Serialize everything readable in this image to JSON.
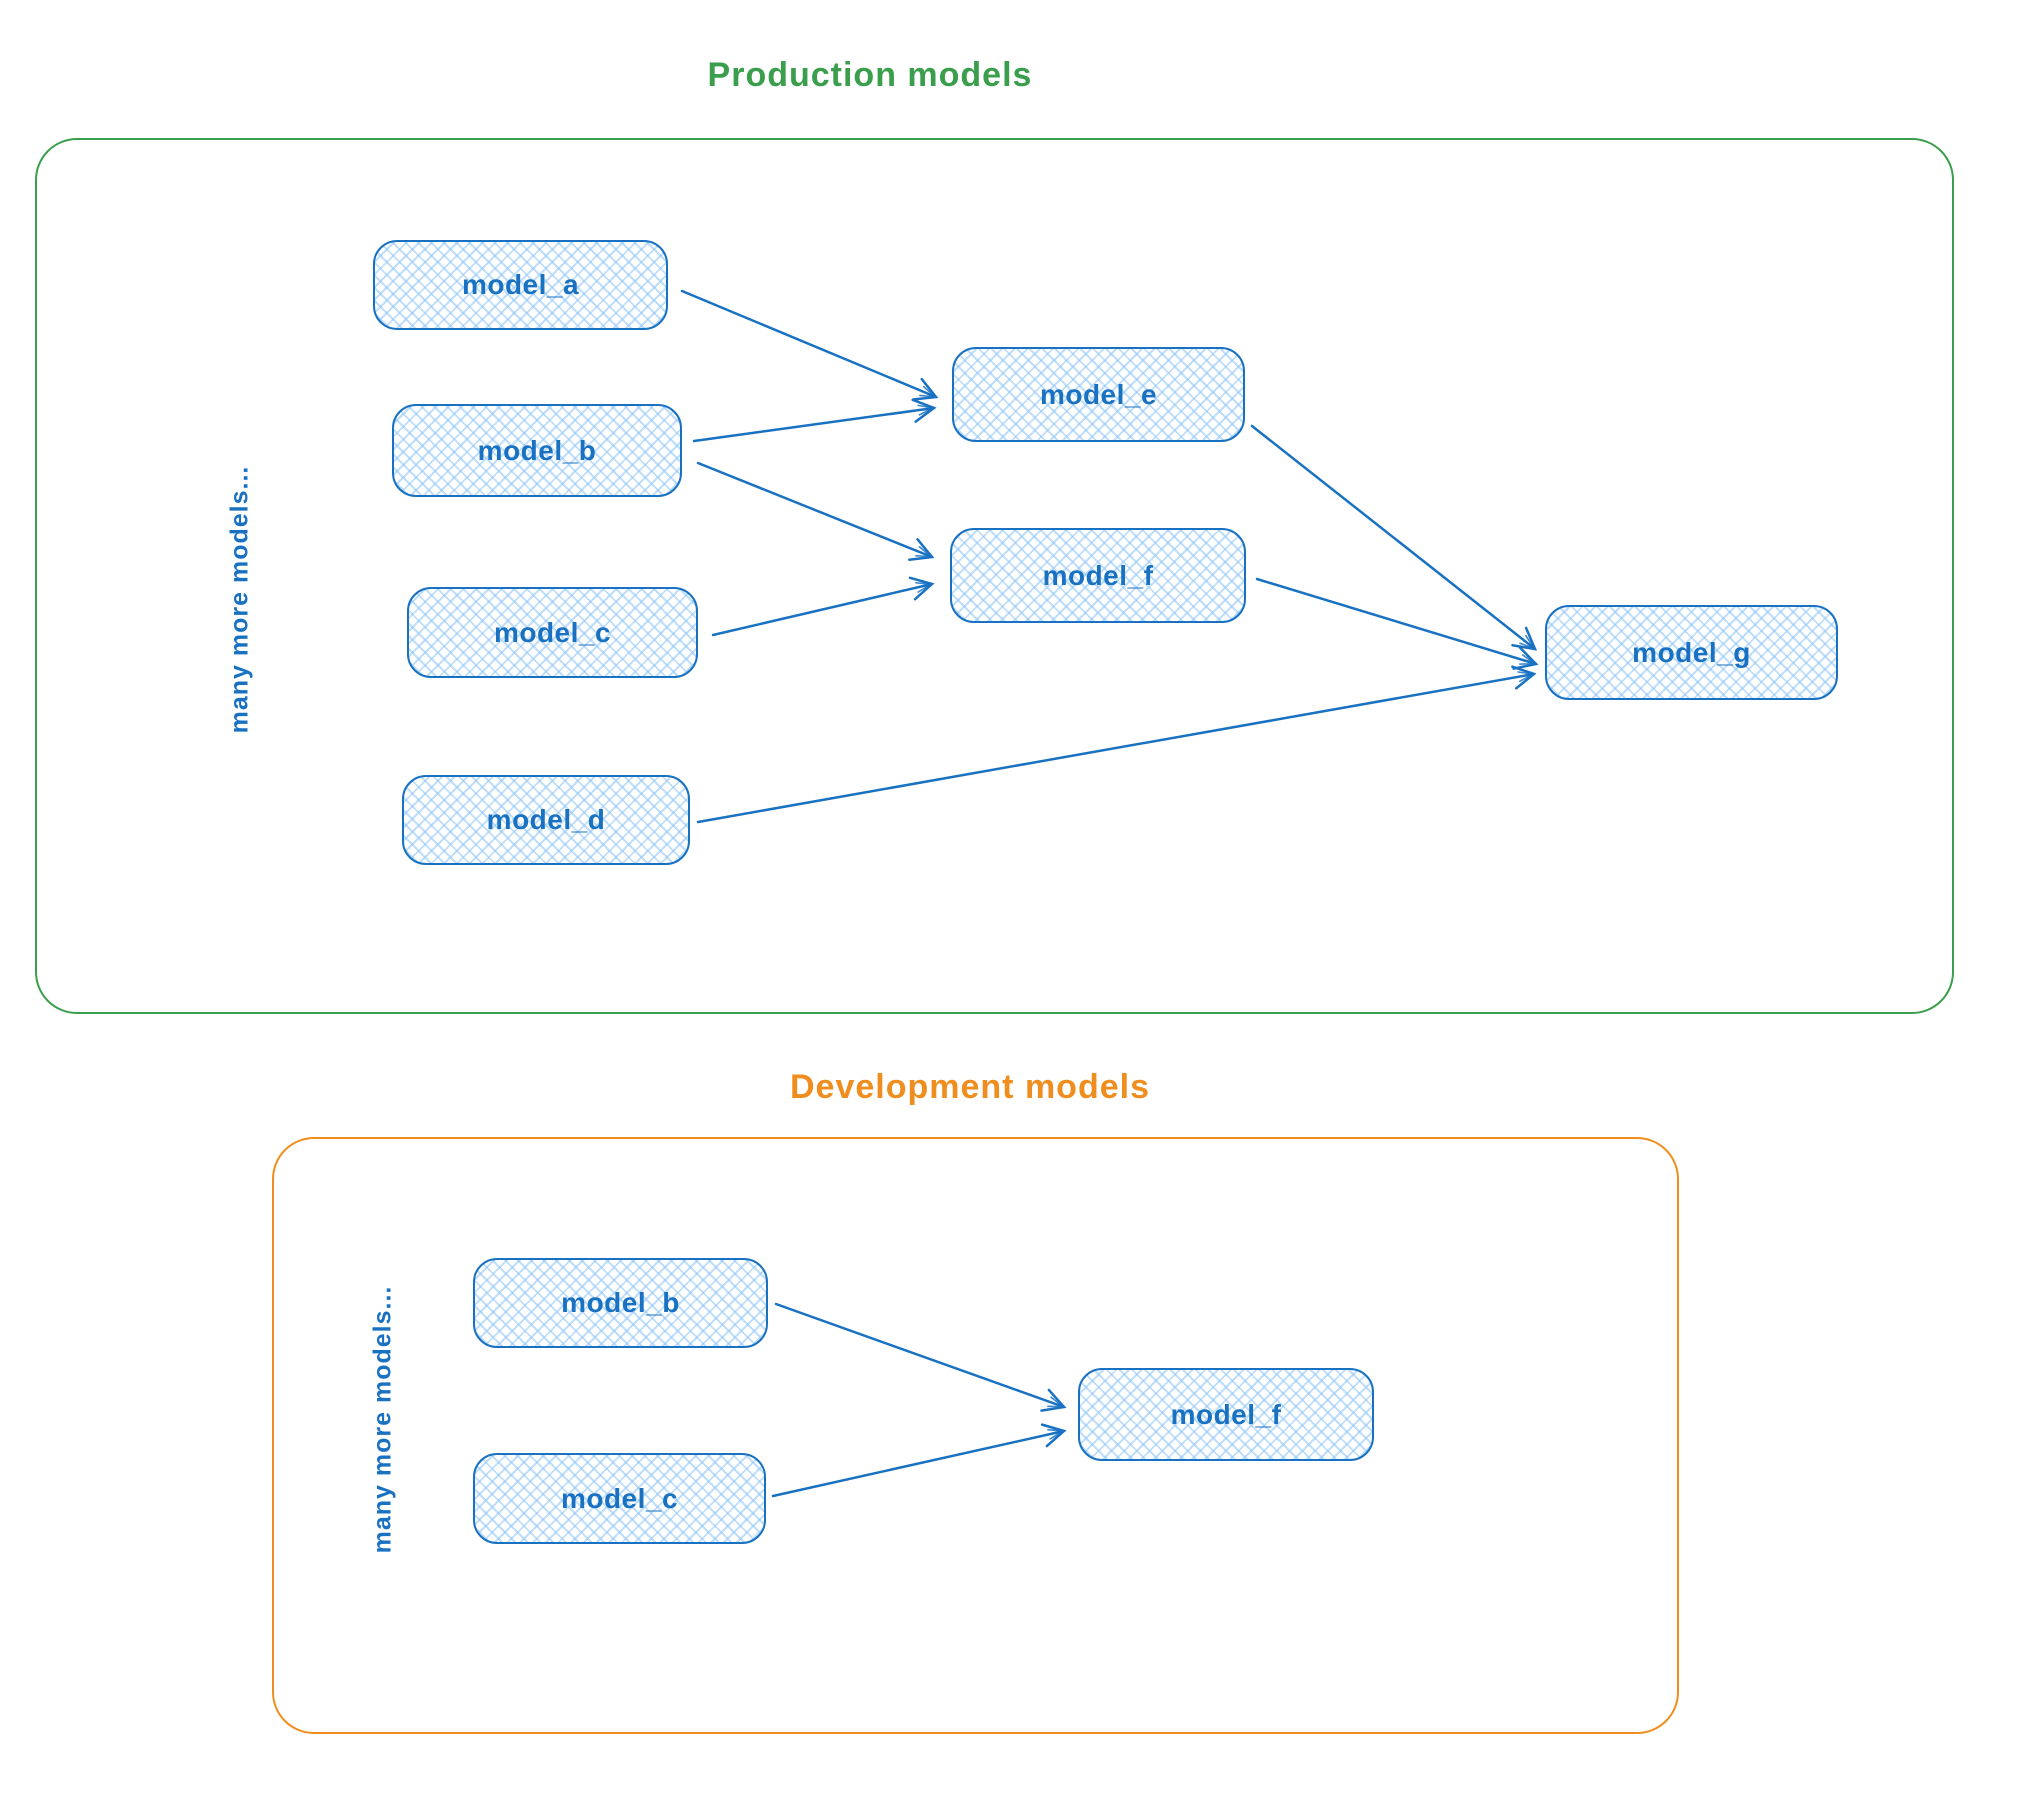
{
  "diagram": {
    "production": {
      "title": "Production models",
      "side_label": "many more models...",
      "nodes": [
        {
          "id": "model_a",
          "label": "model_a"
        },
        {
          "id": "model_b",
          "label": "model_b"
        },
        {
          "id": "model_c",
          "label": "model_c"
        },
        {
          "id": "model_d",
          "label": "model_d"
        },
        {
          "id": "model_e",
          "label": "model_e"
        },
        {
          "id": "model_f",
          "label": "model_f"
        },
        {
          "id": "model_g",
          "label": "model_g"
        }
      ],
      "edges": [
        [
          "model_a",
          "model_e"
        ],
        [
          "model_b",
          "model_e"
        ],
        [
          "model_b",
          "model_f"
        ],
        [
          "model_c",
          "model_f"
        ],
        [
          "model_e",
          "model_g"
        ],
        [
          "model_f",
          "model_g"
        ],
        [
          "model_d",
          "model_g"
        ]
      ]
    },
    "development": {
      "title": "Development models",
      "side_label": "many more models...",
      "nodes": [
        {
          "id": "model_b",
          "label": "model_b"
        },
        {
          "id": "model_c",
          "label": "model_c"
        },
        {
          "id": "model_f",
          "label": "model_f"
        }
      ],
      "edges": [
        [
          "model_b",
          "model_f"
        ],
        [
          "model_c",
          "model_f"
        ]
      ]
    },
    "colors": {
      "production_border": "#3a9e4c",
      "development_border": "#ef8e1e",
      "node_stroke": "#1971c2",
      "node_fill_hatch": "#a5d8ff"
    }
  }
}
